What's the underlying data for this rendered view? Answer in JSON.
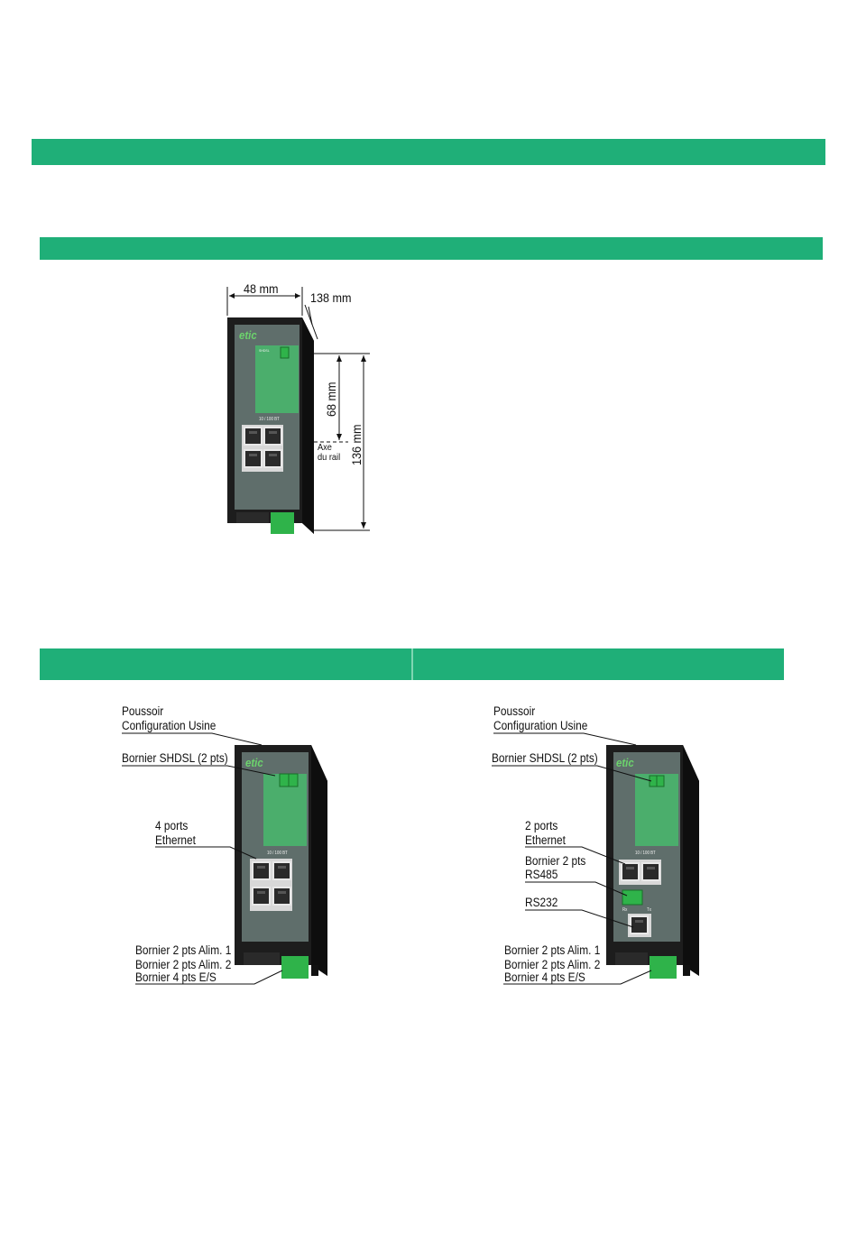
{
  "dimensions": {
    "width_label": "48 mm",
    "depth_label": "138 mm",
    "rail_offset_label": "68 mm",
    "height_label": "136 mm",
    "rail_axis_label_line1": "Axe",
    "rail_axis_label_line2": "du rail"
  },
  "device": {
    "brand": "etic",
    "port_speed": "10 / 100 BT",
    "shdsl_mark": "SHDSL",
    "rs485_mark_rx": "Rx",
    "rs485_mark_tx": "Tx"
  },
  "left_device_labels": {
    "pushbutton_1": "Poussoir",
    "pushbutton_2": "Configuration Usine",
    "shdsl": "Bornier SHDSL (2 pts)",
    "ethernet_1": "4 ports",
    "ethernet_2": "Ethernet",
    "power_1": "Bornier 2 pts Alim. 1",
    "power_2": "Bornier 2 pts Alim. 2",
    "io": "Bornier 4 pts E/S"
  },
  "right_device_labels": {
    "pushbutton_1": "Poussoir",
    "pushbutton_2": "Configuration Usine",
    "shdsl": "Bornier SHDSL (2 pts)",
    "ethernet_1": "2 ports",
    "ethernet_2": "Ethernet",
    "rs485_1": "Bornier 2 pts",
    "rs485_2": "RS485",
    "rs232": "RS232",
    "power_1": "Bornier 2 pts Alim. 1",
    "power_2": "Bornier 2 pts Alim. 2",
    "io": "Bornier 4 pts E/S"
  },
  "colors": {
    "band_green": "#1faf78",
    "device_body": "#1d1d1d",
    "front_panel": "#5f6e6b",
    "label_area": "#49b56d",
    "terminal_green": "#2fb34a"
  }
}
